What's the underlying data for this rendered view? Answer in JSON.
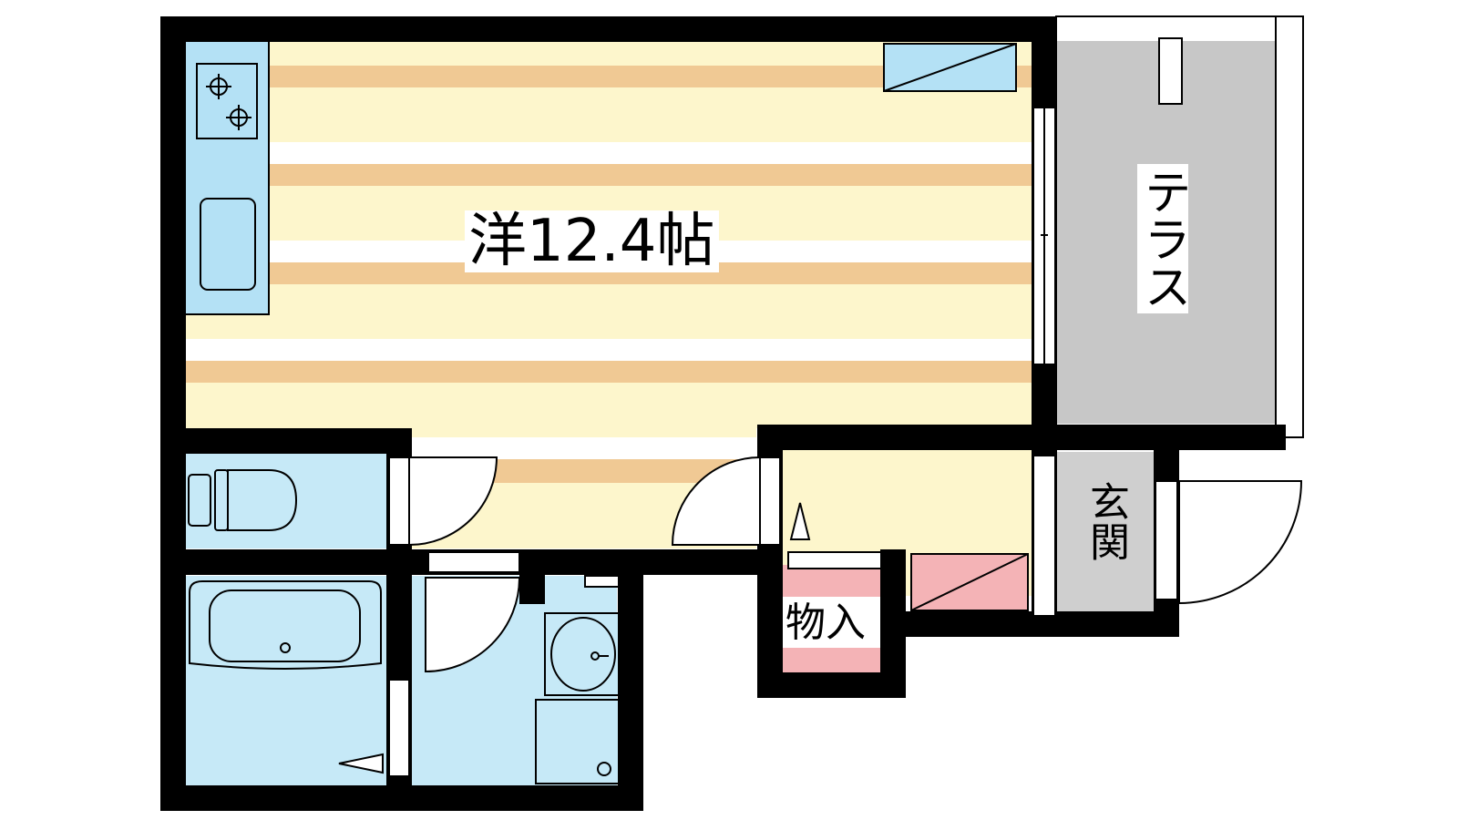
{
  "floorplan": {
    "rooms": {
      "western_room": {
        "label": "洋12.4帖"
      },
      "terrace": {
        "label": "テラス"
      },
      "entrance": {
        "label": "玄関"
      },
      "storage": {
        "label": "物入"
      }
    },
    "colors": {
      "wall": "#000000",
      "floor_stripe_light": "#fdf6cc",
      "floor_stripe_wood": "#f0c994",
      "water_area": "#c6e9f7",
      "terrace": "#c7c7c7",
      "entrance": "#cfcfcf",
      "storage_pink": "#f4b3b6",
      "fixture_fill": "#b4e1f5"
    }
  }
}
